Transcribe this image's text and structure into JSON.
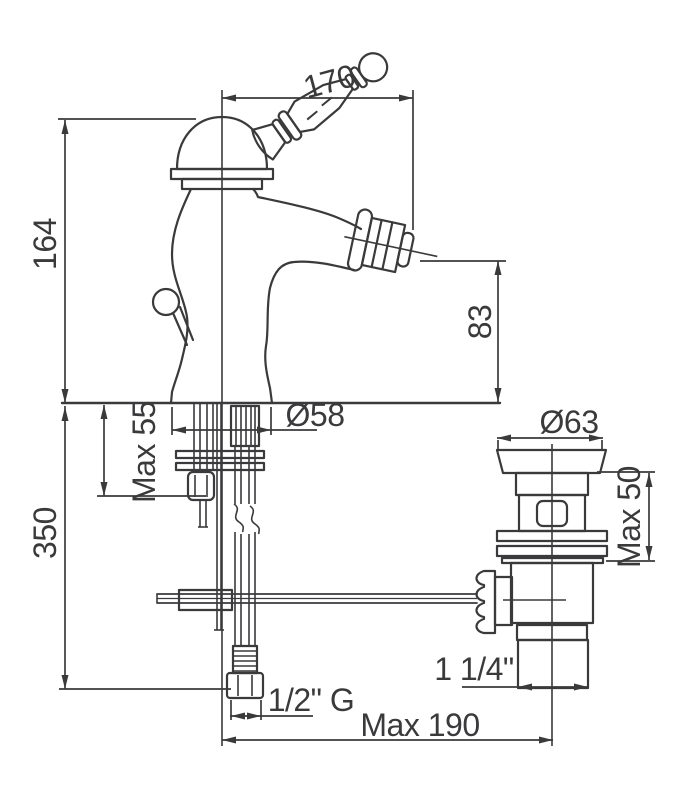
{
  "drawing": {
    "background": "#ffffff",
    "line_color": "#3a3a3c",
    "labels": {
      "handle_length": "170",
      "body_height": "164",
      "spout_height": "83",
      "base_diameter": "Ø58",
      "deck_max": "Max 55",
      "hose_length": "350",
      "drain_diameter": "Ø63",
      "drain_deck_max": "Max 50",
      "drain_thread": "1 1/4\"",
      "supply_thread": "1/2\" G",
      "projection_max": "Max 190"
    }
  }
}
